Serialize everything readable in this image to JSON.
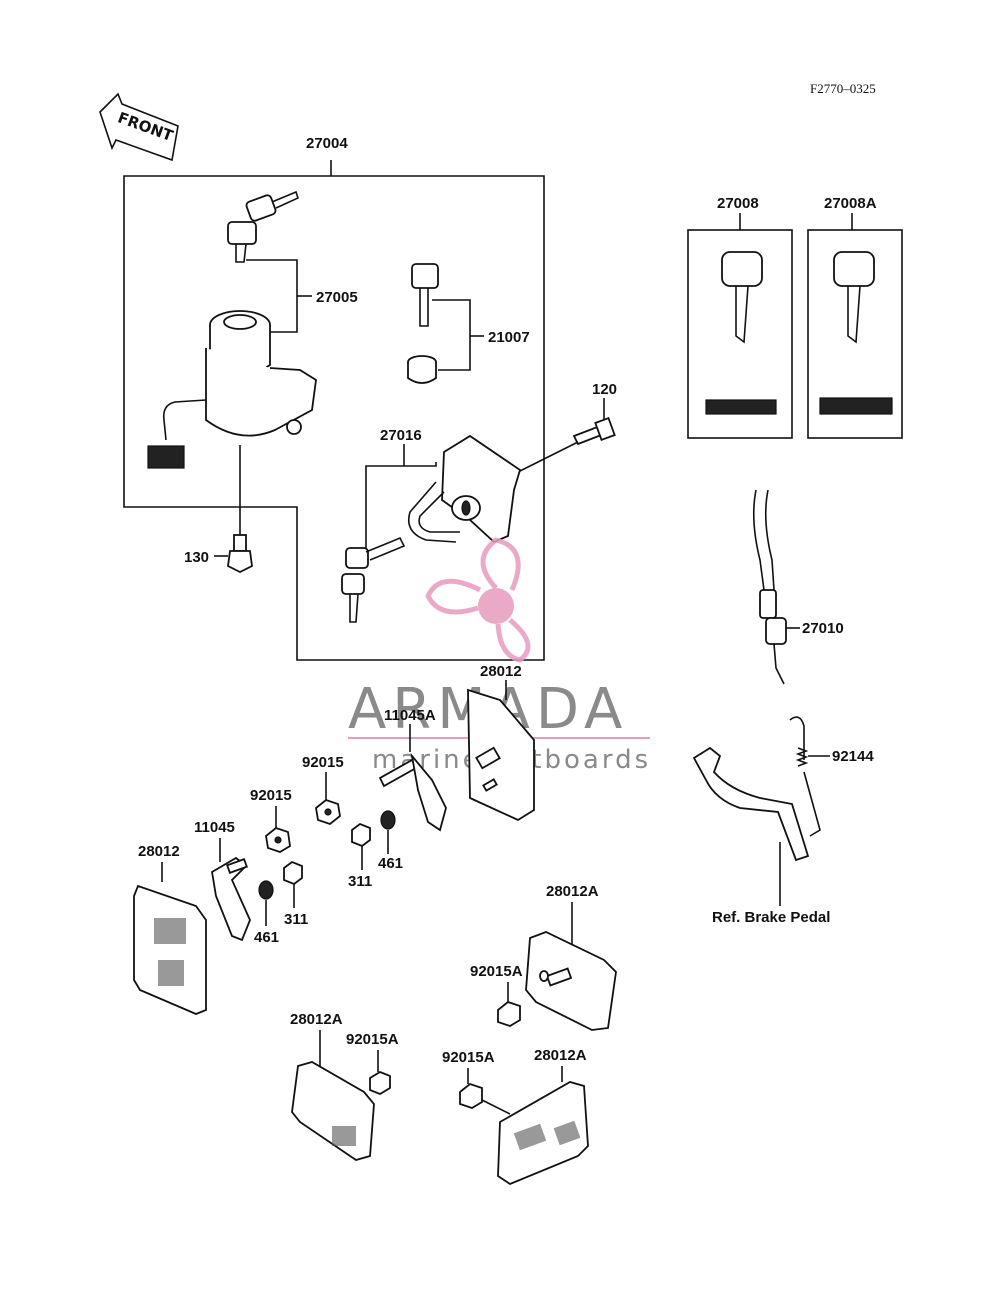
{
  "diagram_code": "F2770–0325",
  "front_label": "FRONT",
  "watermark": {
    "brand": "ARMADA",
    "tagline": "marine outboards",
    "logo_color": "#e89bbf"
  },
  "labels": {
    "p27004": "27004",
    "p27005": "27005",
    "p21007": "21007",
    "p27016": "27016",
    "p120": "120",
    "p130": "130",
    "p27008": "27008",
    "p27008A": "27008A",
    "p27010": "27010",
    "p92144": "92144",
    "ref_brake_pedal": "Ref. Brake Pedal",
    "p28012_top": "28012",
    "p11045A": "11045A",
    "p92015_a": "92015",
    "p92015_b": "92015",
    "p11045": "11045",
    "p28012_left": "28012",
    "p311_a": "311",
    "p461_a": "461",
    "p311_b": "311",
    "p461_b": "461",
    "p28012A_right": "28012A",
    "p92015A_right": "92015A",
    "p28012A_bottom_left": "28012A",
    "p92015A_bottom_left": "92015A",
    "p92015A_bottom_mid": "92015A",
    "p28012A_bottom_right": "28012A"
  }
}
